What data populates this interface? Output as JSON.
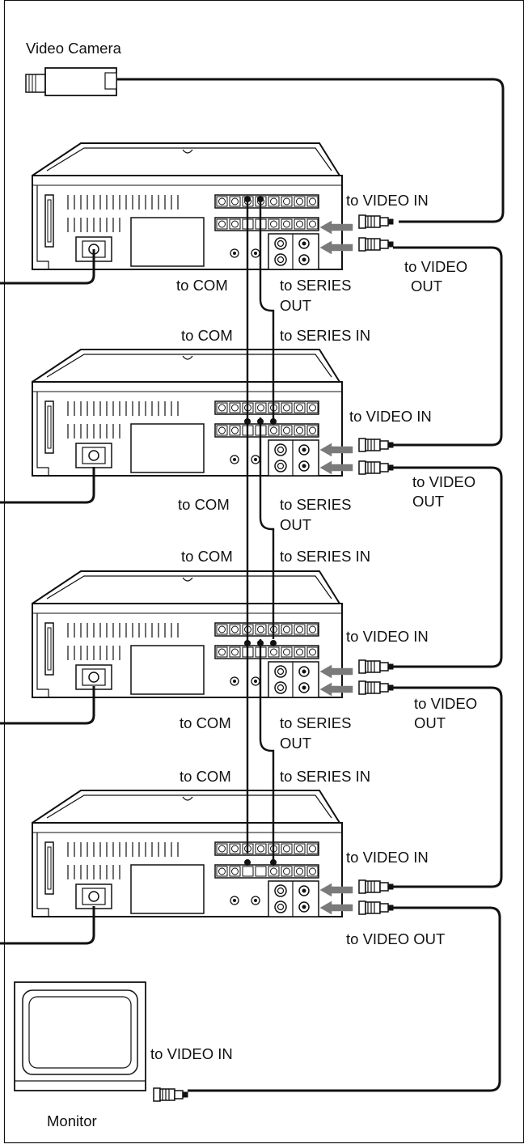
{
  "devices": {
    "camera": "Video Camera",
    "monitor": "Monitor"
  },
  "labels": {
    "to_video_in": "to VIDEO IN",
    "to_video": "to VIDEO",
    "out": "OUT",
    "to_video_out": "to VIDEO OUT",
    "to_com": "to COM",
    "to_series": "to SERIES",
    "to_series_in": "to SERIES IN"
  },
  "colors": {
    "line": "#111111",
    "arrow": "#7a7a7a",
    "panel": "#ffffff"
  }
}
